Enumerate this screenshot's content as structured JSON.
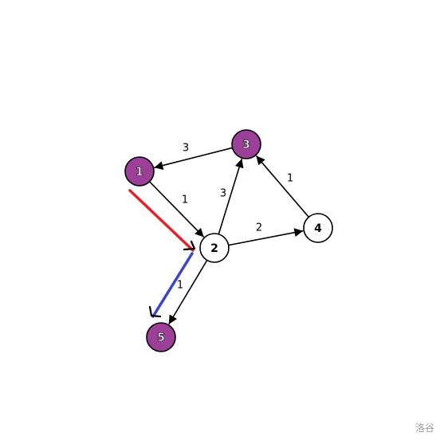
{
  "graph": {
    "nodes": [
      {
        "id": "1",
        "label": "1",
        "fill": "#9b3f99",
        "text_color": "#ffffff",
        "stroke": "#000000"
      },
      {
        "id": "2",
        "label": "2",
        "fill": "#ffffff",
        "text_color": "#000000",
        "stroke": "#000000"
      },
      {
        "id": "3",
        "label": "3",
        "fill": "#9b3f99",
        "text_color": "#ffffff",
        "stroke": "#000000"
      },
      {
        "id": "4",
        "label": "4",
        "fill": "#ffffff",
        "text_color": "#000000",
        "stroke": "#000000"
      },
      {
        "id": "5",
        "label": "5",
        "fill": "#9b3f99",
        "text_color": "#ffffff",
        "stroke": "#000000"
      }
    ],
    "edges": [
      {
        "from": "3",
        "to": "1",
        "weight": "3"
      },
      {
        "from": "1",
        "to": "2",
        "weight": "1"
      },
      {
        "from": "2",
        "to": "3",
        "weight": "3"
      },
      {
        "from": "4",
        "to": "3",
        "weight": "1"
      },
      {
        "from": "2",
        "to": "4",
        "weight": "2"
      },
      {
        "from": "2",
        "to": "5",
        "weight": "1"
      }
    ],
    "highlights": [
      {
        "from": "1",
        "to": "2",
        "color": "#e0242a"
      },
      {
        "from": "2",
        "to": "5",
        "color": "#3a45c8"
      }
    ]
  },
  "watermark": "洛谷"
}
